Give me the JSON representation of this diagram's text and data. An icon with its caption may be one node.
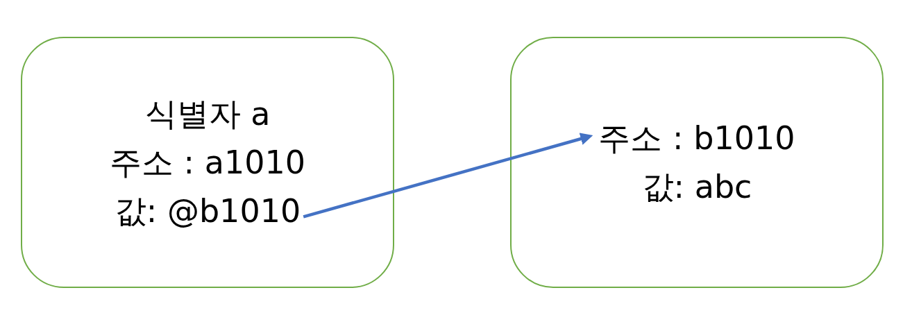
{
  "diagram": {
    "nodes": [
      {
        "text": [
          "식별자 a",
          "주소 : a1010",
          "값: @b1010"
        ]
      },
      {
        "text": [
          "주소 : b1010",
          "값: abc"
        ]
      }
    ],
    "edges": [
      {
        "from": 0,
        "to": 1,
        "arrow": "to",
        "color": "#4472c4"
      }
    ]
  }
}
